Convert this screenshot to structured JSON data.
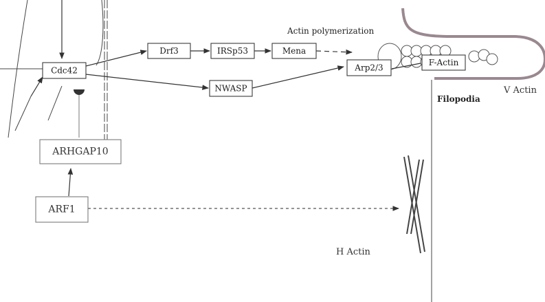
{
  "nodes": {
    "cdc42": "Cdc42",
    "drf3": "Drf3",
    "irsp53": "IRSp53",
    "mena": "Mena",
    "nwasp": "NWASP",
    "arp23": "Arp2/3",
    "factin": "F-Actin",
    "arhgap10": "ARHGAP10",
    "arf1": "ARF1"
  },
  "labels": {
    "actin_polymerization": "Actin polymerization",
    "filopodia": "Filopodia",
    "v_actin": "V Actin",
    "h_actin": "H Actin"
  },
  "colors": {
    "membrane": "#9a8890",
    "stroke": "#333333"
  }
}
